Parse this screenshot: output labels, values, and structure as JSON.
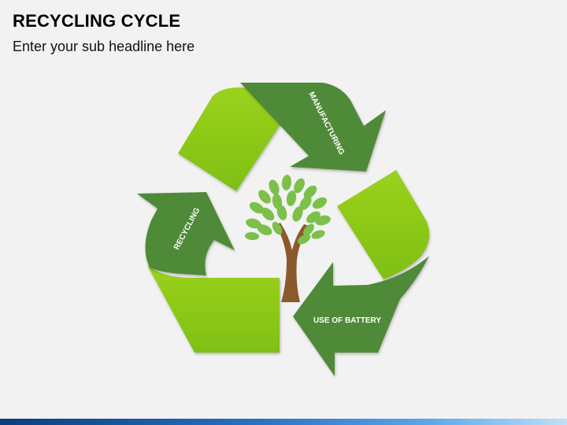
{
  "header": {
    "title": "RECYCLING CYCLE",
    "subtitle": "Enter your sub headline here"
  },
  "cycle": {
    "stages": [
      {
        "label": "MANUFACTURING"
      },
      {
        "label": "USE OF BATTERY"
      },
      {
        "label": "RECYCLING"
      }
    ],
    "colors": {
      "light_green": "#8fcf18",
      "dark_green": "#4f8a37",
      "trunk": "#8b5a2b",
      "leaf": "#7cc04a"
    },
    "center_icon": "tree-icon"
  },
  "footer": {
    "bar_colors": [
      "#0b3f7a",
      "#5aa6e8"
    ]
  }
}
